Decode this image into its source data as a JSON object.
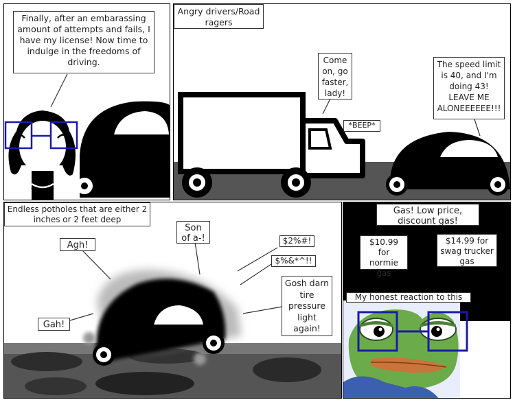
{
  "panels": {
    "p1": {
      "caption": "Finally, after an embarassing amount of attempts and fails, I have my license! Now time to indulge in the freedoms of driving."
    },
    "p2": {
      "title": "Angry drivers/Road ragers",
      "truck_speech": "Come on, go faster, lady!",
      "beep": "*BEEP*",
      "car_speech": "The speed limit is 40, and I'm doing 43! LEAVE ME ALONEEEEEE!!!"
    },
    "p3": {
      "title": "Endless potholes that are either 2 inches or 2 feet deep",
      "agh": "Agh!",
      "gah": "Gah!",
      "son_of": "Son of a-!",
      "curse1": "$2%#!",
      "curse2": "$%&*^!!",
      "gosh": "Gosh darn tire pressure light again!"
    },
    "p4": {
      "title": "Gas! Low price, discount gas!",
      "price1": "$10.99 for normie gas",
      "price2": "$14.99 for swag trucker gas",
      "reaction": "My honest reaction to this"
    }
  },
  "colors": {
    "glasses": "#1a1aa8",
    "frog_green": "#6cab4a",
    "road_dark": "#555555",
    "road_light": "#c8c8c8",
    "lips": "#c9753a"
  }
}
